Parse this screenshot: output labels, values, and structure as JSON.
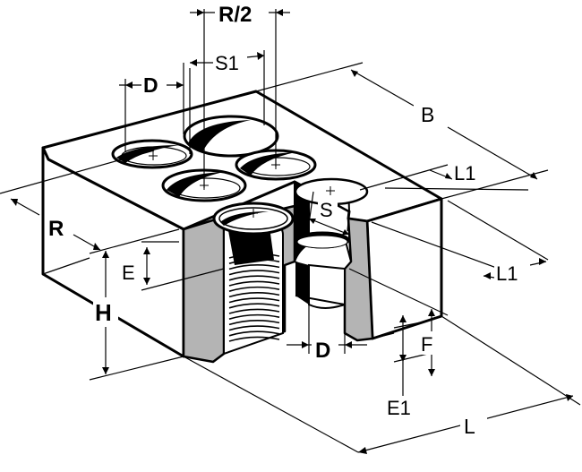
{
  "labels": {
    "r_half": "R/2",
    "s1": "S1",
    "d_top": "D",
    "b": "B",
    "l1_upper": "L1",
    "s": "S",
    "r": "R",
    "l1_lower": "L1",
    "e": "E",
    "h": "H",
    "f": "F",
    "d_bottom": "D",
    "e1": "E1",
    "l": "L"
  },
  "colors": {
    "ink": "#000000",
    "face": "#ffffff",
    "section": "#b4b4b4"
  }
}
